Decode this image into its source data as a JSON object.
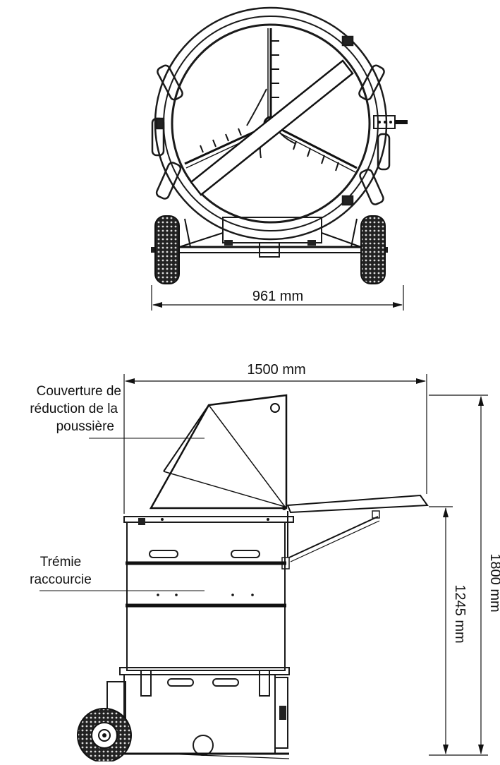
{
  "front_view": {
    "width_dimension": "961 mm"
  },
  "side_view": {
    "length_dimension": "1500 mm",
    "height_dimension": "1800 mm",
    "hopper_height_dimension": "1245 mm",
    "dust_cover_label_lines": [
      "Couverture de",
      "réduction de la",
      "poussière"
    ],
    "hopper_label_lines": [
      "Trémie",
      "raccourcie"
    ]
  }
}
